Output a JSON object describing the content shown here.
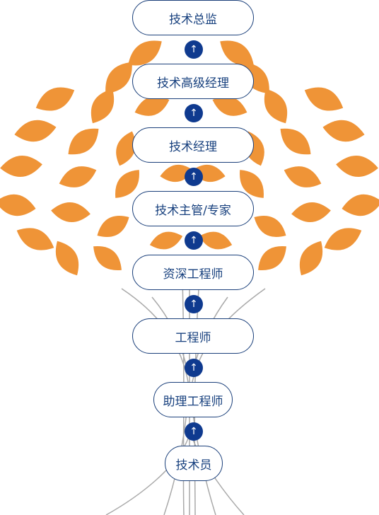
{
  "colors": {
    "leaf": "#ef9437",
    "branch": "#a9a9a9",
    "node_border": "#1a3f7a",
    "node_text": "#17407e",
    "arrow_bg": "#0f3a8f"
  },
  "icons": {
    "arrow": "↑",
    "arrow_name": "arrow-up-icon"
  },
  "levels": [
    {
      "label": "技术总监"
    },
    {
      "label": "技术高级经理"
    },
    {
      "label": "技术经理"
    },
    {
      "label": "技术主管/专家"
    },
    {
      "label": "资深工程师"
    },
    {
      "label": "工程师"
    },
    {
      "label": "助理工程师"
    },
    {
      "label": "技术员"
    }
  ]
}
